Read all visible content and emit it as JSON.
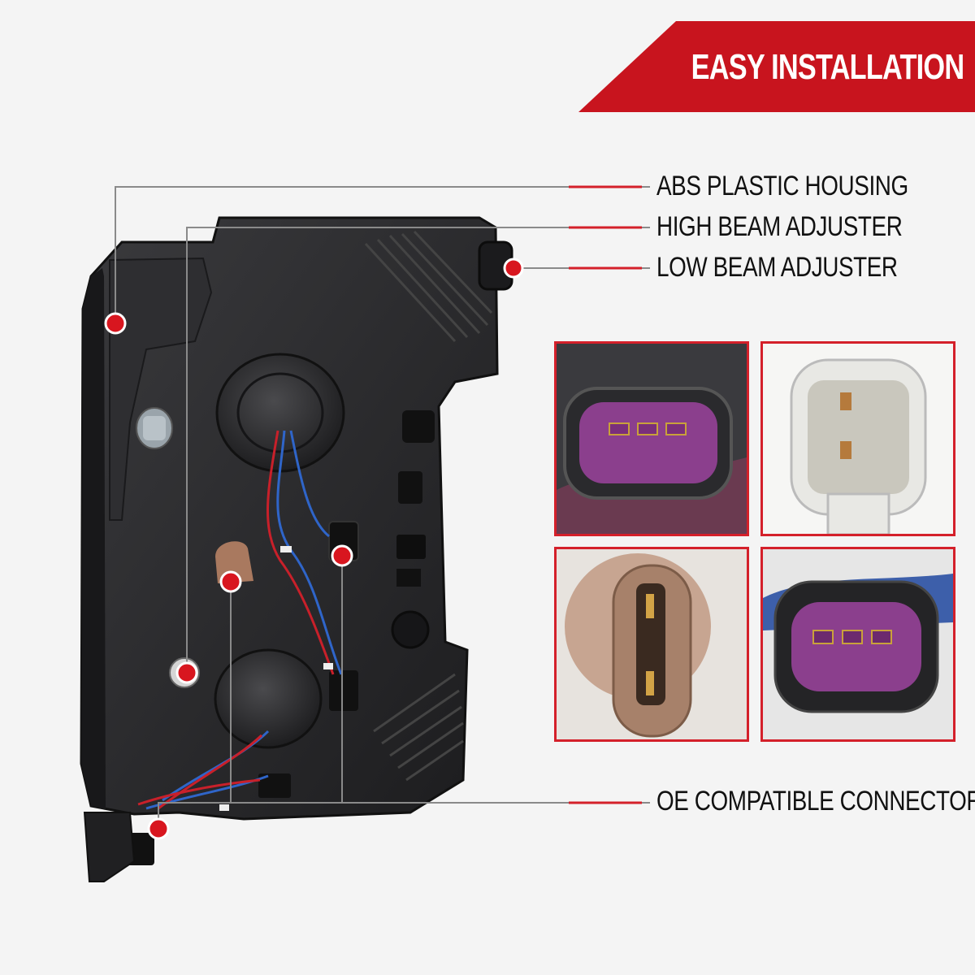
{
  "banner": {
    "title": "EASY INSTALLATION",
    "color": "#c8141e"
  },
  "callouts": {
    "housing": "ABS PLASTIC HOUSING",
    "high_beam": "HIGH BEAM ADJUSTER",
    "low_beam": "LOW BEAM ADJUSTER",
    "connectors": "OE COMPATIBLE CONNECTORS"
  },
  "colors": {
    "accent": "#d4202a",
    "leader_line": "#8a8a8a",
    "housing": "#2a2a2c"
  },
  "connector_photos": [
    {
      "name": "purple-3-pin-connector",
      "color": "#8b3f8d"
    },
    {
      "name": "white-2-pin-connector",
      "color": "#e8e8e4"
    },
    {
      "name": "tan-socket-connector",
      "color": "#b08468"
    },
    {
      "name": "purple-3-pin-harness-connector",
      "color": "#8b3f8d"
    }
  ]
}
